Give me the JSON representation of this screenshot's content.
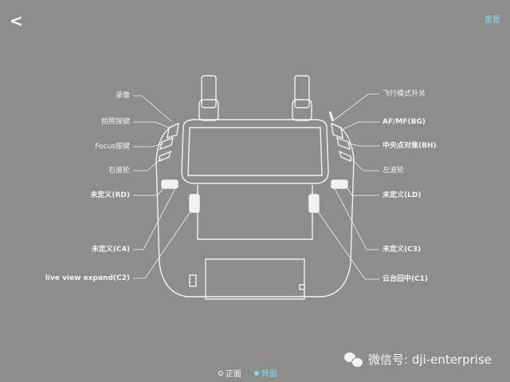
{
  "header": {
    "back_icon": "chevron-left-icon",
    "reset_label": "重置"
  },
  "labels_left": [
    "录像",
    "拍照按键",
    "Focus按键",
    "右波轮",
    "未定义(RD)",
    "未定义(C4)",
    "live view expand(C2)"
  ],
  "labels_right": [
    "飞行模式开关",
    "AF/MF(BG)",
    "中央点对焦(BH)",
    "左波轮",
    "未定义(LD)",
    "未定义(C3)",
    "云台回中(C1)"
  ],
  "tabs": [
    {
      "label": "正面",
      "active": false
    },
    {
      "label": "背面",
      "active": true
    }
  ],
  "watermark": "微信号: dji-enterprise",
  "colors": {
    "accent": "#6fe0ef",
    "background": "#8e8d8c"
  }
}
